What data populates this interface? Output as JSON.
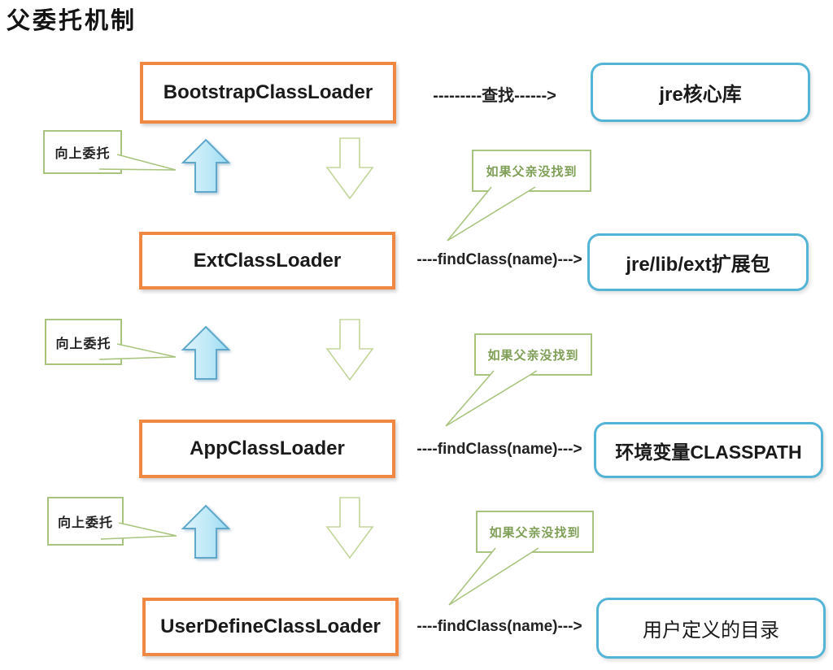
{
  "title": "父委托机制",
  "colors": {
    "orange_border": "#F08743",
    "blue_border": "#54B4D6",
    "green_border": "#A9C47F",
    "green_text": "#7F9F56",
    "up_arrow_fill": "#ABDFF3",
    "up_arrow_border": "#5FA8CC",
    "down_arrow_border": "#C3D69B",
    "text": "#1A1A1A"
  },
  "rows": [
    {
      "loader": "BootstrapClassLoader",
      "arrow_label": "---------查找------>",
      "target": "jre核心库"
    },
    {
      "loader": "ExtClassLoader",
      "arrow_label": "----findClass(name)--->",
      "target": "jre/lib/ext扩展包"
    },
    {
      "loader": "AppClassLoader",
      "arrow_label": "----findClass(name)--->",
      "target": "环境变量CLASSPATH"
    },
    {
      "loader": "UserDefineClassLoader",
      "arrow_label": "----findClass(name)--->",
      "target": "用户定义的目录"
    }
  ],
  "callouts": {
    "up_delegate": "向上委托",
    "if_parent_not_found": "如果父亲没找到"
  }
}
